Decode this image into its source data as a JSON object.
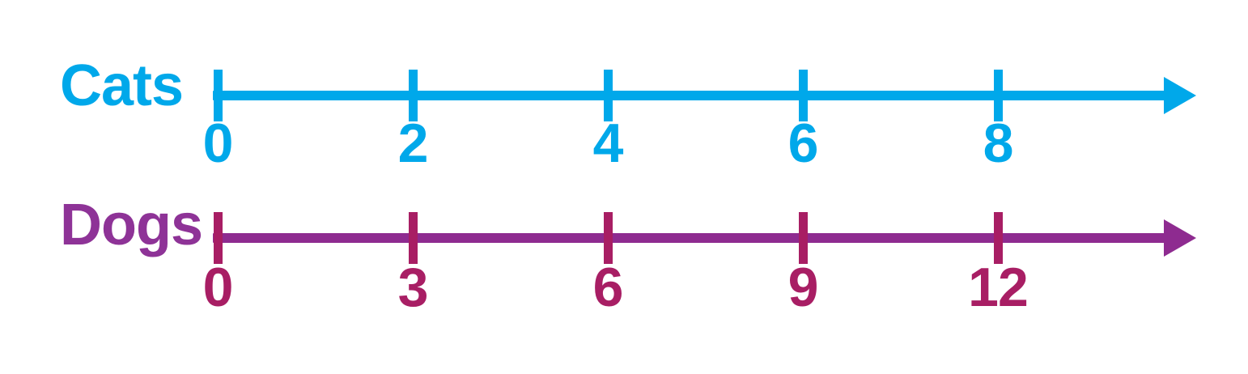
{
  "background_color": "#ffffff",
  "chart_data": {
    "type": "number_lines",
    "description": "Two horizontal number lines with right-pointing arrows comparing counting by 2s (Cats) and counting by 3s (Dogs)",
    "lines": [
      {
        "label": "Cats",
        "tick_labels": [
          "0",
          "2",
          "4",
          "6",
          "8"
        ],
        "values": [
          0,
          2,
          4,
          6,
          8
        ],
        "min": 0,
        "max": 8,
        "interval": 2,
        "color": "#00A8EA",
        "label_color": "#00A8EA",
        "tick_color": "#00A8EA",
        "number_color": "#00A8EA"
      },
      {
        "label": "Dogs",
        "tick_labels": [
          "0",
          "3",
          "6",
          "9",
          "12"
        ],
        "values": [
          0,
          3,
          6,
          9,
          12
        ],
        "min": 0,
        "max": 12,
        "interval": 3,
        "color": "#8E2B90",
        "label_color": "#8E3397",
        "tick_color": "#A81E64",
        "number_color": "#A81E64"
      }
    ]
  }
}
